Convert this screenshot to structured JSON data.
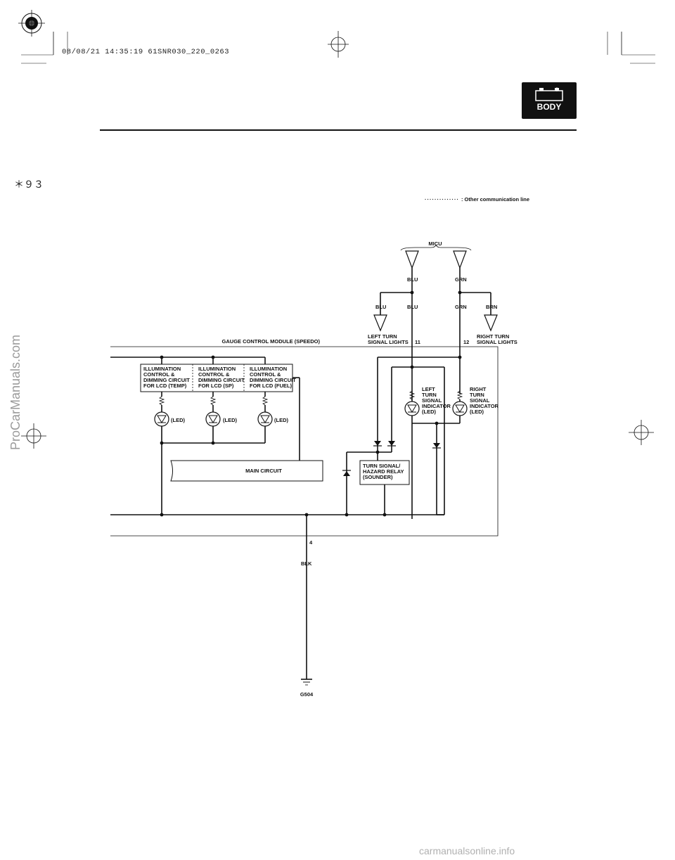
{
  "header": {
    "print_stamp": "08/08/21 14:35:19 61SNR030_220_0263",
    "page_marker": "＊９３",
    "section_badge": {
      "label": "BODY",
      "minus": "−",
      "plus": "+"
    }
  },
  "legend": {
    "dots": "··············",
    "text": ": Other communication line"
  },
  "diagram": {
    "micu": "MICU",
    "wires": {
      "blu_top": "BLU",
      "grn_top": "GRN",
      "blu_left": "BLU",
      "blu_mid": "BLU",
      "grn_mid": "GRN",
      "brn_right": "BRN",
      "blk": "BLK"
    },
    "left_turn_lights": [
      "LEFT TURN",
      "SIGNAL LIGHTS"
    ],
    "right_turn_lights": [
      "RIGHT TURN",
      "SIGNAL LIGHTS"
    ],
    "pin_11": "11",
    "pin_12": "12",
    "pin_4": "4",
    "module_title": "GAUGE CONTROL MODULE (SPEEDO)",
    "illum_temp": [
      "ILLUMINATION",
      "CONTROL &",
      "DIMMING CIRCUIT",
      "FOR LCD (TEMP)"
    ],
    "illum_sp": [
      "ILLUMINATION",
      "CONTROL &",
      "DIMMING CIRCUIT",
      "FOR LCD (SP)"
    ],
    "illum_fuel": [
      "ILLUMINATION",
      "CONTROL &",
      "DIMMING CIRCUIT",
      "FOR LCD (FUEL)"
    ],
    "led_label": "(LED)",
    "left_indicator": [
      "LEFT",
      "TURN",
      "SIGNAL",
      "INDICATOR",
      "(LED)"
    ],
    "right_indicator": [
      "RIGHT",
      "TURN",
      "SIGNAL",
      "INDICATOR",
      "(LED)"
    ],
    "main_circuit": "MAIN CIRCUIT",
    "relay": [
      "TURN SIGNAL/",
      "HAZARD RELAY",
      "(SOUNDER)"
    ],
    "ground": "G504"
  },
  "watermarks": {
    "side": "ProCarManuals.com",
    "bottom": "carmanualsonline.info"
  }
}
